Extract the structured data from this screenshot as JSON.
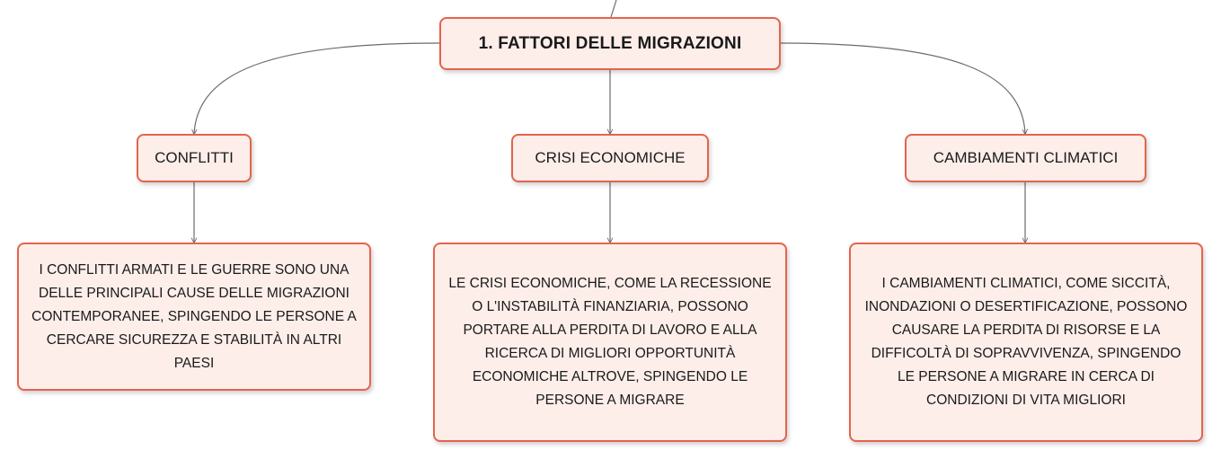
{
  "map": {
    "root": {
      "label": "1. FATTORI DELLE MIGRAZIONI"
    },
    "categories": [
      {
        "label": "CONFLITTI"
      },
      {
        "label": "CRISI ECONOMICHE"
      },
      {
        "label": "CAMBIAMENTI CLIMATICI"
      }
    ],
    "descriptions": [
      {
        "text": "I CONFLITTI ARMATI E LE GUERRE SONO UNA DELLE PRINCIPALI CAUSE DELLE MIGRAZIONI CONTEMPORANEE, SPINGENDO LE PERSONE A CERCARE SICUREZZA E STABILITÀ IN ALTRI PAESI"
      },
      {
        "text": "LE CRISI ECONOMICHE, COME LA RECESSIONE O L'INSTABILITÀ FINANZIARIA, POSSONO PORTARE ALLA PERDITA DI LAVORO E ALLA RICERCA DI MIGLIORI OPPORTUNITÀ ECONOMICHE ALTROVE, SPINGENDO LE PERSONE A MIGRARE"
      },
      {
        "text": "I CAMBIAMENTI CLIMATICI, COME SICCITÀ, INONDAZIONI O DESERTIFICAZIONE, POSSONO CAUSARE LA PERDITA DI RISORSE E LA DIFFICOLTÀ DI SOPRAVVIVENZA, SPINGENDO LE PERSONE A MIGRARE IN CERCA DI CONDIZIONI DI VITA MIGLIORI"
      }
    ]
  },
  "colors": {
    "node_border": "#e4644b",
    "node_fill": "#fdeeea",
    "connector": "#6b6b6b"
  }
}
